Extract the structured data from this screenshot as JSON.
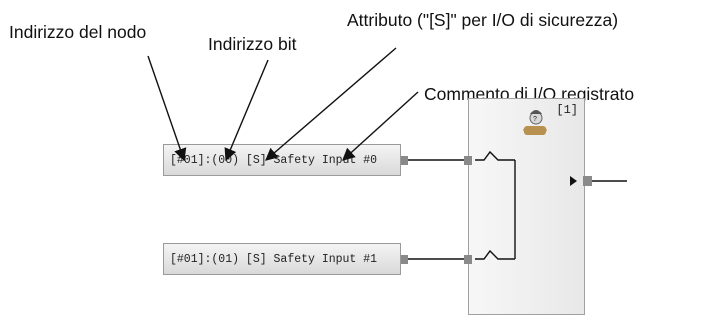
{
  "callouts": {
    "node_address": "Indirizzo del nodo",
    "bit_address": "Indirizzo bit",
    "attribute": "Attributo (\"[S]\" per I/O di sicurezza)",
    "comment": "Commento di I/O registrato"
  },
  "io_tags": [
    {
      "text": "[#01]:(00) [S] Safety Input #0"
    },
    {
      "text": "[#01]:(01) [S] Safety Input #1"
    }
  ],
  "function_block": {
    "index_label": "[1]",
    "icon": "operator-person-icon"
  },
  "colors": {
    "line": "#111111",
    "connector": "#8a8a8a",
    "tag_border": "#9a9a9a"
  }
}
